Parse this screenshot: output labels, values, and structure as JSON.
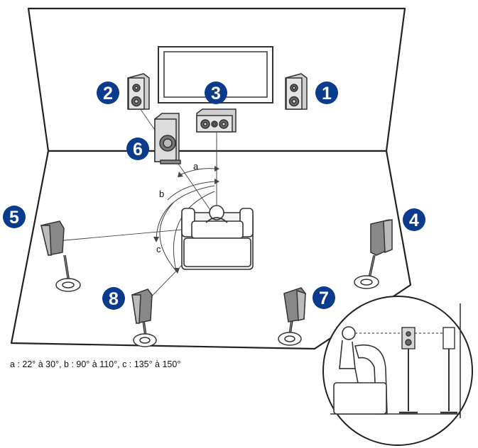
{
  "speakers": [
    {
      "number": "1",
      "name": "front-right"
    },
    {
      "number": "2",
      "name": "front-left"
    },
    {
      "number": "3",
      "name": "center"
    },
    {
      "number": "4",
      "name": "surround-right"
    },
    {
      "number": "5",
      "name": "surround-left"
    },
    {
      "number": "6",
      "name": "subwoofer"
    },
    {
      "number": "7",
      "name": "surround-back-right"
    },
    {
      "number": "8",
      "name": "surround-back-left"
    }
  ],
  "angles": {
    "a": "a",
    "b": "b",
    "c": "c"
  },
  "caption": "a : 22° à 30°, b : 90° à 110°, c : 135° à 150°",
  "colors": {
    "badge": "#0b3b8c",
    "line": "#222222",
    "speaker_fill": "#c9c9c9",
    "speaker_dark": "#555555"
  }
}
